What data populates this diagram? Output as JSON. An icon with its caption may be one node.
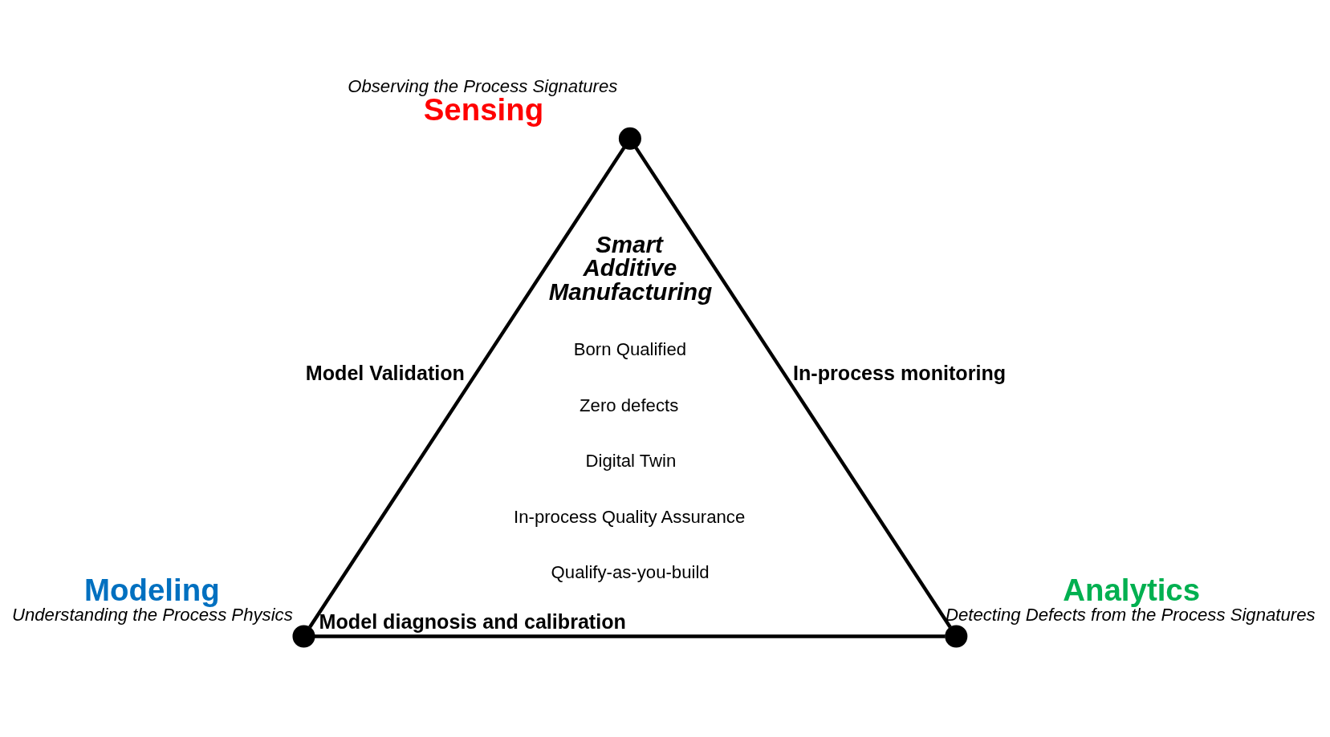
{
  "diagram": {
    "nodes": [
      {
        "text": [],
        "shape": "circle",
        "beside": [
          "Observing the Process Signatures",
          "Sensing"
        ]
      },
      {
        "text": [],
        "shape": "circle",
        "beside": [
          "Modeling",
          "Understanding the Process Physics"
        ]
      },
      {
        "text": [],
        "shape": "circle",
        "beside": [
          "Analytics",
          "Detecting Defects from the Process Signatures"
        ]
      }
    ],
    "edges": [
      {
        "from": 0,
        "to": 1,
        "arrow": "none",
        "label": "Model Validation"
      },
      {
        "from": 0,
        "to": 2,
        "arrow": "none",
        "label": "In-process monitoring"
      },
      {
        "from": 1,
        "to": 2,
        "arrow": "none",
        "label": "Model diagnosis and calibration"
      }
    ],
    "labels": [
      "Smart Additive Manufacturing",
      "Born Qualified",
      "Zero defects",
      "Digital Twin",
      "In-process Quality Assurance",
      "Qualify-as-you-build"
    ]
  }
}
